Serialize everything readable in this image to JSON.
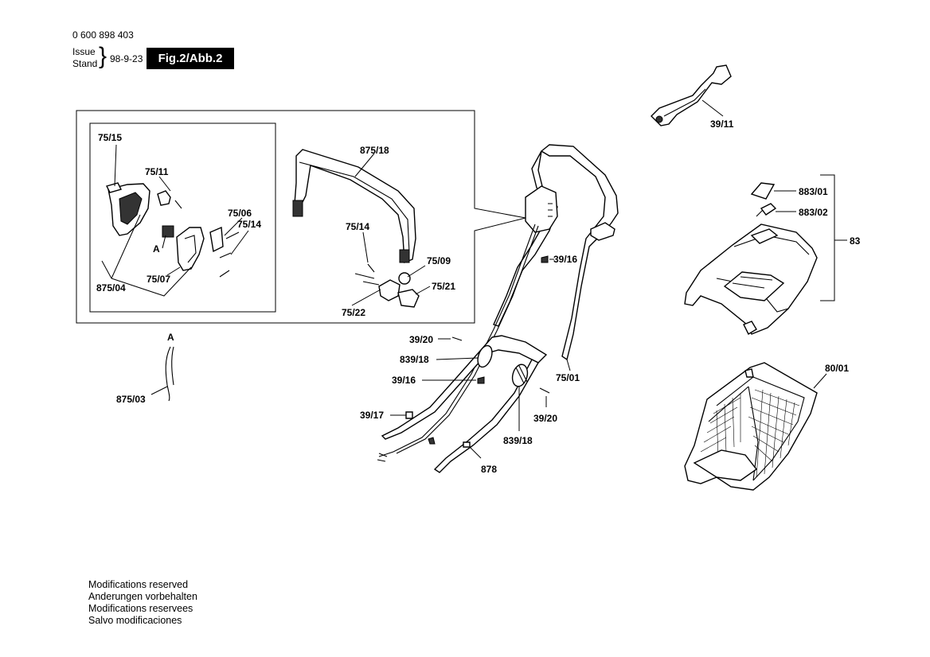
{
  "header": {
    "part_number": "0 600 898 403",
    "issue_label": "Issue",
    "stand_label": "Stand",
    "date": "98-9-23",
    "figure_label": "Fig.2/Abb.2"
  },
  "labels": {
    "p75_15": "75/15",
    "p75_11": "75/11",
    "p75_06": "75/06",
    "p75_14a": "75/14",
    "p_A1": "A",
    "p875_04": "875/04",
    "p75_07": "75/07",
    "p875_18": "875/18",
    "p75_14b": "75/14",
    "p75_09": "75/09",
    "p75_21": "75/21",
    "p75_22": "75/22",
    "p_A2": "A",
    "p875_03": "875/03",
    "p39_11": "39/11",
    "p883_01": "883/01",
    "p883_02": "883/02",
    "p83": "83",
    "p39_16a": "39/16",
    "p39_20a": "39/20",
    "p839_18a": "839/18",
    "p39_16b": "39/16",
    "p75_01": "75/01",
    "p39_17": "39/17",
    "p39_20b": "39/20",
    "p839_18b": "839/18",
    "p878": "878",
    "p80_01": "80/01"
  },
  "footer": {
    "line1": "Modifications reserved",
    "line2": "Anderungen vorbehalten",
    "line3": "Modifications reservees",
    "line4": "Salvo modificaciones"
  }
}
